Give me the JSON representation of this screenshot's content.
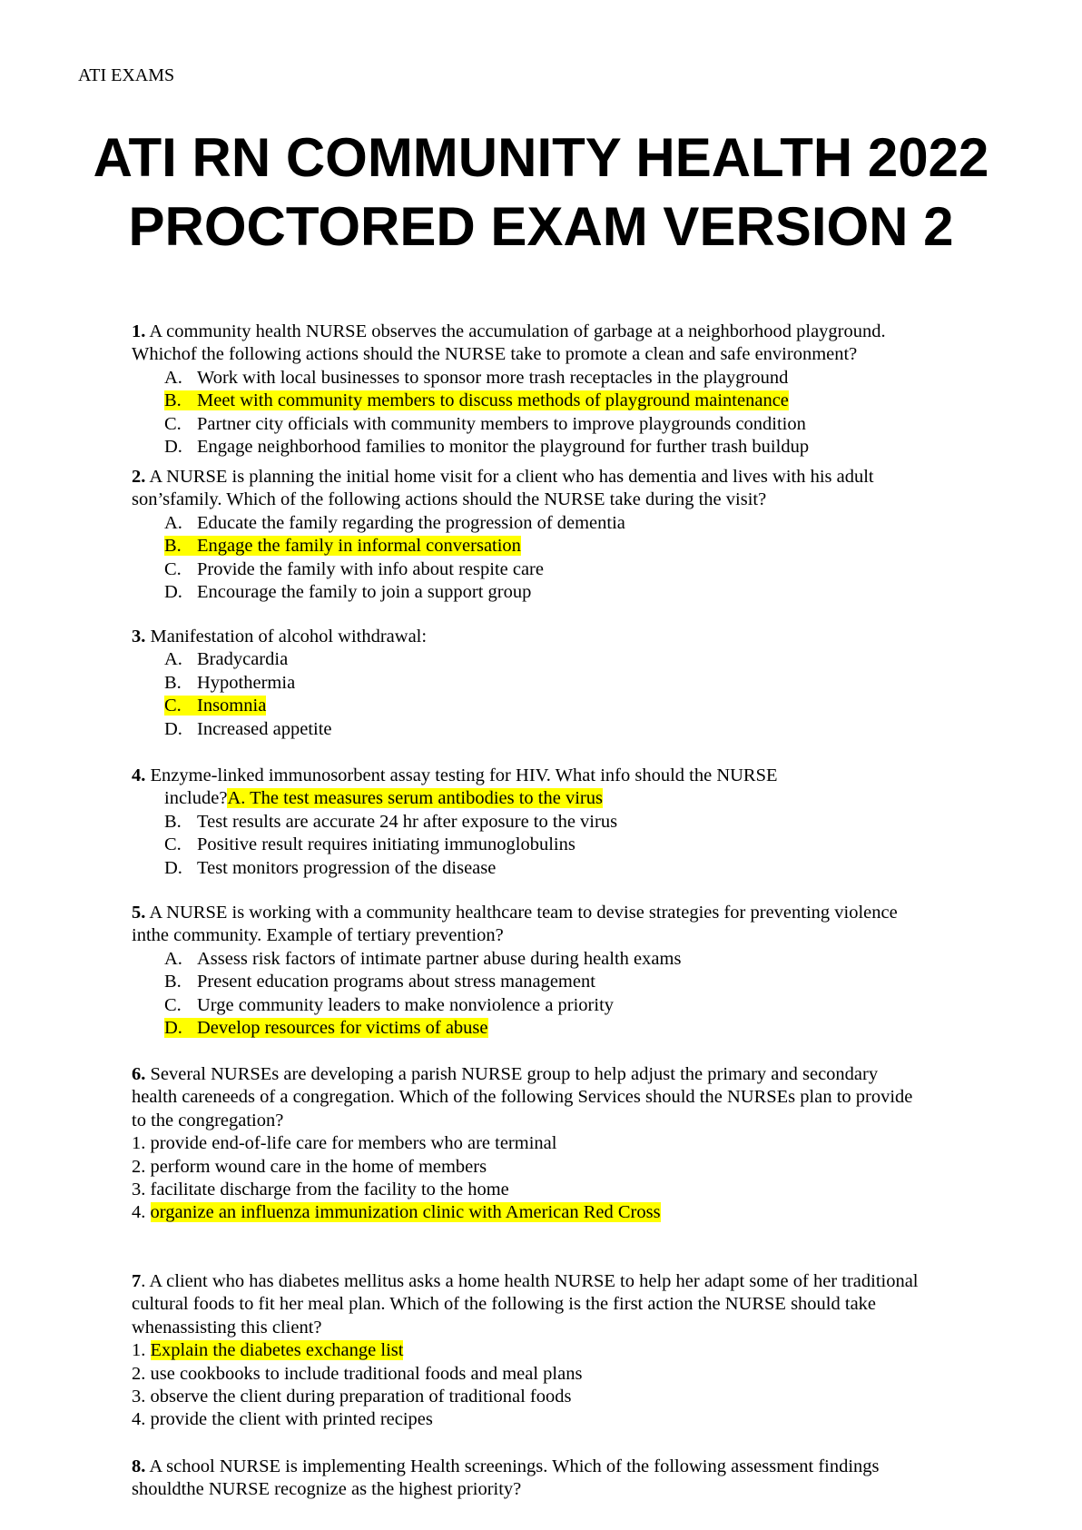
{
  "header": "ATI EXAMS",
  "title": [
    "ATI RN COMMUNITY HEALTH 2022",
    "PROCTORED EXAM VERSION 2"
  ],
  "highlight_color": "#ffff00",
  "questions": [
    {
      "num": "1.",
      "lines": [
        "A community health NURSE observes the accumulation of garbage at a neighborhood playground.",
        "Whichof the following actions should the NURSE take to promote a clean and safe environment?"
      ],
      "options": [
        {
          "l": "A.",
          "t": "Work with local businesses to sponsor more trash receptacles in the playground"
        },
        {
          "l": "B.",
          "t": "Meet with community members to discuss methods of playground maintenance",
          "correct": true
        },
        {
          "l": "C.",
          "t": "Partner city officials with community members to improve playgrounds condition"
        },
        {
          "l": "D.",
          "t": "Engage neighborhood families to monitor the playground for further trash buildup"
        }
      ]
    },
    {
      "num": "2.",
      "lines": [
        "A NURSE is planning the initial home visit for a client who has dementia and lives with his adult",
        "son’sfamily. Which of the following actions should the NURSE take during the visit?"
      ],
      "options": [
        {
          "l": "A.",
          "t": "Educate the family regarding the progression of dementia"
        },
        {
          "l": "B.",
          "t": "Engage the family in informal conversation",
          "correct": true
        },
        {
          "l": "C.",
          "t": "Provide the family with info about respite care"
        },
        {
          "l": "D.",
          "t": "Encourage the family to join a support group"
        }
      ]
    },
    {
      "num": "3.",
      "lines": [
        "Manifestation of alcohol withdrawal:"
      ],
      "options": [
        {
          "l": "A.",
          "t": "Bradycardia"
        },
        {
          "l": "B.",
          "t": "Hypothermia"
        },
        {
          "l": "C.",
          "t": "Insomnia",
          "correct": true
        },
        {
          "l": "D.",
          "t": "Increased appetite"
        }
      ]
    },
    {
      "num": "4.",
      "lines": [
        "Enzyme-linked immunosorbent assay testing for HIV. What info should the NURSE"
      ],
      "inline_prefix": "include?",
      "options": [
        {
          "l": "A.",
          "t": "The test measures serum antibodies to the virus",
          "correct": true
        },
        {
          "l": "B.",
          "t": "Test results are accurate 24 hr after exposure to the virus"
        },
        {
          "l": "C.",
          "t": "Positive result requires initiating immunoglobulins"
        },
        {
          "l": "D.",
          "t": "Test monitors progression of the disease"
        }
      ]
    },
    {
      "num": "5.",
      "lines": [
        "A NURSE is working with a community healthcare team to devise strategies for preventing violence",
        "inthe community. Example of tertiary prevention?"
      ],
      "options": [
        {
          "l": "A.",
          "t": "Assess risk factors of intimate partner abuse during health exams"
        },
        {
          "l": "B.",
          "t": "Present education programs about stress management"
        },
        {
          "l": "C.",
          "t": "Urge community leaders to make nonviolence a priority"
        },
        {
          "l": "D.",
          "t": "Develop resources for victims of abuse",
          "correct": true
        }
      ]
    },
    {
      "num": "6.",
      "lines": [
        "Several NURSEs are developing a parish NURSE group to help adjust the primary and secondary",
        "health careneeds of a congregation. Which of the following Services should the NURSEs plan to provide",
        "to the congregation?"
      ],
      "numbered": [
        {
          "l": "1.",
          "t": "provide end-of-life care for members who are terminal"
        },
        {
          "l": "2.",
          "t": "perform wound care in the home of members"
        },
        {
          "l": "3.",
          "t": "facilitate discharge from the facility to the home"
        },
        {
          "l": "4.",
          "t": "organize an influenza immunization clinic with American Red Cross",
          "correct": true
        }
      ]
    },
    {
      "num": "7",
      "lines": [
        ". A client who has diabetes mellitus asks a home health NURSE to help her adapt some of her traditional",
        "cultural foods to fit her meal plan. Which of the following is the first action the NURSE should take",
        "whenassisting this client?"
      ],
      "numbered": [
        {
          "l": "1.",
          "t": "Explain the diabetes exchange list",
          "correct": true
        },
        {
          "l": "2.",
          "t": "use cookbooks to include traditional foods and meal plans"
        },
        {
          "l": "3.",
          "t": "observe the client during preparation of traditional foods"
        },
        {
          "l": "4.",
          "t": "provide the client with printed recipes"
        }
      ]
    },
    {
      "num": "8.",
      "lines": [
        "A school NURSE is implementing Health screenings. Which of the following assessment findings",
        "shouldthe NURSE recognize as the highest priority?"
      ]
    }
  ]
}
